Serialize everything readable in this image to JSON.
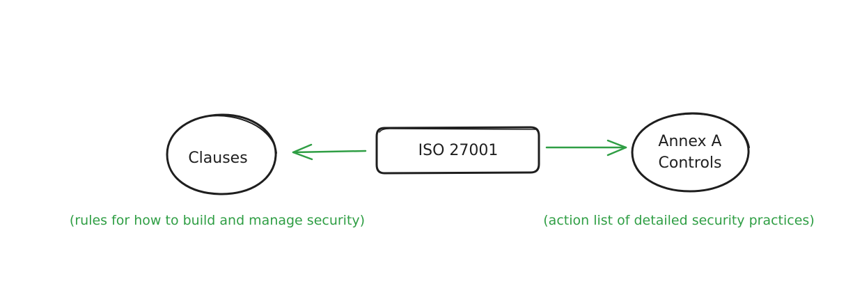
{
  "diagram": {
    "center_node": {
      "label": "ISO 27001"
    },
    "left_node": {
      "label": "Clauses"
    },
    "right_node": {
      "label_line1": "Annex A",
      "label_line2": "Controls"
    },
    "left_note": "(rules for how to build and manage security)",
    "right_note": "(action list of detailed security practices)"
  },
  "colors": {
    "stroke": "#1e1e1e",
    "arrow": "#2f9e44",
    "note": "#2f9e44",
    "background": "#ffffff"
  }
}
